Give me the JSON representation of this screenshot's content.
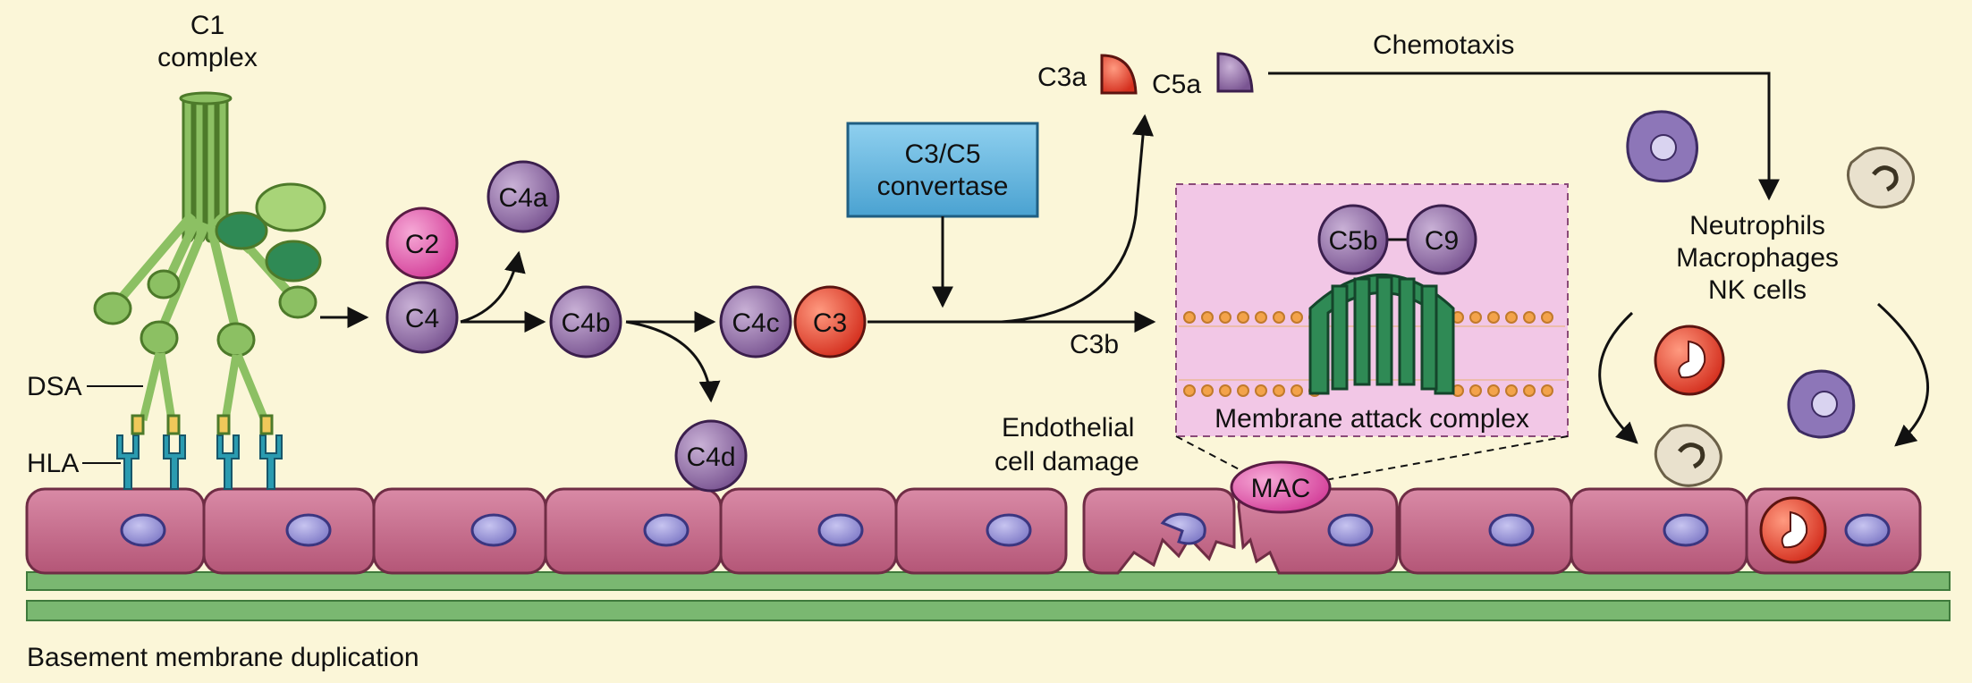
{
  "labels": {
    "c1_line1": "C1",
    "c1_line2": "complex",
    "dsa": "DSA",
    "hla": "HLA",
    "c3a": "C3a",
    "c5a": "C5a",
    "chemotaxis": "Chemotaxis",
    "convertase_line1": "C3/C5",
    "convertase_line2": "convertase",
    "c3b": "C3b",
    "endothelial_line1": "Endothelial",
    "endothelial_line2": "cell damage",
    "mac_inset_title": "Membrane attack complex",
    "mac": "MAC",
    "cells_line1": "Neutrophils",
    "cells_line2": "Macrophages",
    "cells_line3": "NK cells",
    "basement": "Basement membrane duplication"
  },
  "nodes": {
    "c2": "C2",
    "c4": "C4",
    "c4a": "C4a",
    "c4b": "C4b",
    "c4c": "C4c",
    "c3": "C3",
    "c4d": "C4d",
    "c5b": "C5b",
    "c9": "C9"
  },
  "colors": {
    "background": "#fbf6d8",
    "purple_node": "#8f6aa3",
    "pink_node": "#e05aaa",
    "red_node": "#e5442f",
    "convertase_box": "#6ab7de",
    "cell": "#c86b8c",
    "nucleus": "#9a96d6",
    "membrane_green": "#7ab871",
    "antibody_green": "#8cc063",
    "hla_teal": "#2a9bb0",
    "mac_inset": "#f2c7e6",
    "pore_green": "#2f8a55",
    "lipid_orange": "#f3a34a"
  }
}
